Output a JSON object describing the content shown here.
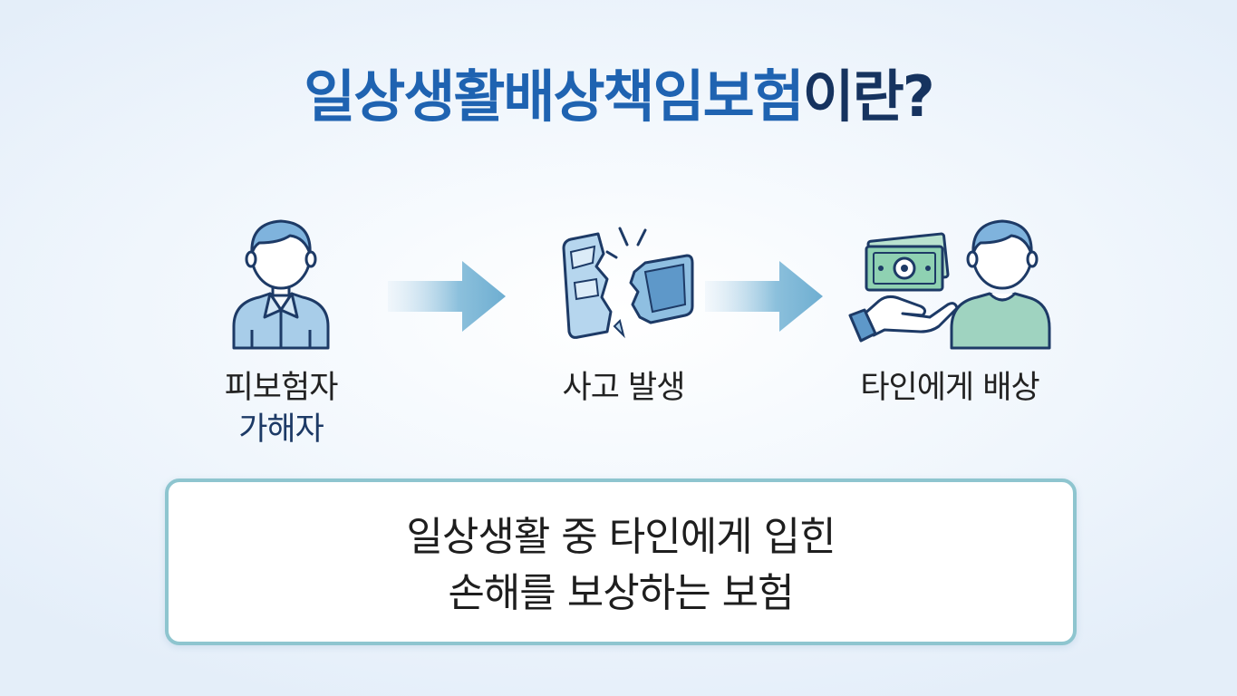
{
  "title": {
    "highlight": "일상생활배상책임보험",
    "rest": "이란?"
  },
  "steps": [
    {
      "icon": "person-icon",
      "label": "피보험자",
      "sublabel": "가해자"
    },
    {
      "icon": "broken-phone-icon",
      "label": "사고 발생"
    },
    {
      "icon": "money-hand-person-icon",
      "label": "타인에게 배상"
    }
  ],
  "definition": {
    "line1": "일상생활 중 타인에게 입힌",
    "line2": "손해를 보상하는 보험"
  },
  "colors": {
    "title_highlight": "#1f63b1",
    "title_rest": "#16335f",
    "icon_fill": "#a8cde9",
    "icon_stroke": "#1d3a66",
    "arrow": "#7fb6d6",
    "box_border": "#8ec5cf",
    "money_green": "#8fd1b2",
    "shirt_green": "#9fd3c0"
  }
}
